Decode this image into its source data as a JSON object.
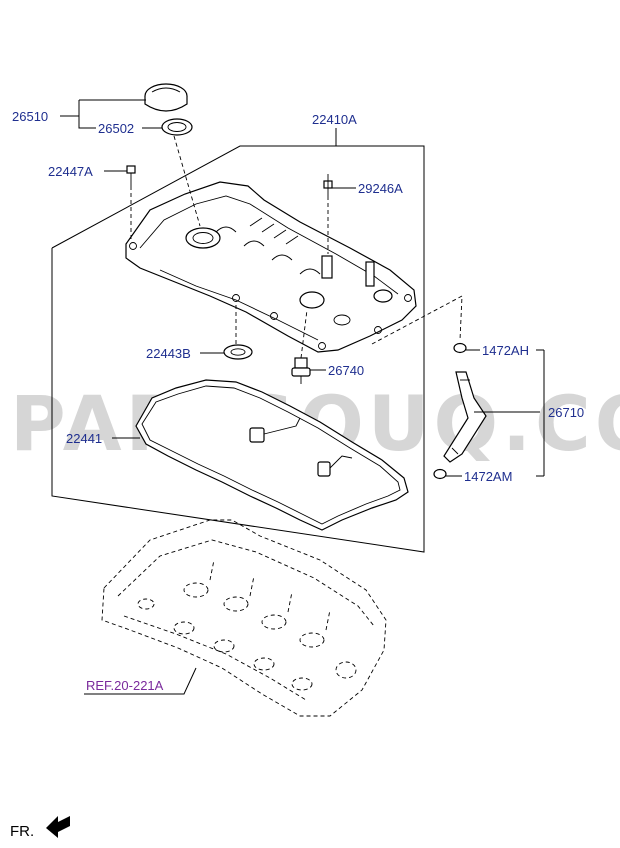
{
  "watermark": "PARTSOUQ.COM",
  "labels": {
    "p26510": "26510",
    "p26502": "26502",
    "p22410A": "22410A",
    "p22447A": "22447A",
    "p29246A": "29246A",
    "p22443B": "22443B",
    "p26740": "26740",
    "p1472AH": "1472AH",
    "p26710": "26710",
    "p22441": "22441",
    "p1472AM": "1472AM",
    "ref": "REF.20-221A"
  },
  "orientation": "FR.",
  "colors": {
    "label": "#1f2f8f",
    "reference": "#7a2a9c",
    "watermark": "#d6d6d6",
    "line": "#000000"
  }
}
